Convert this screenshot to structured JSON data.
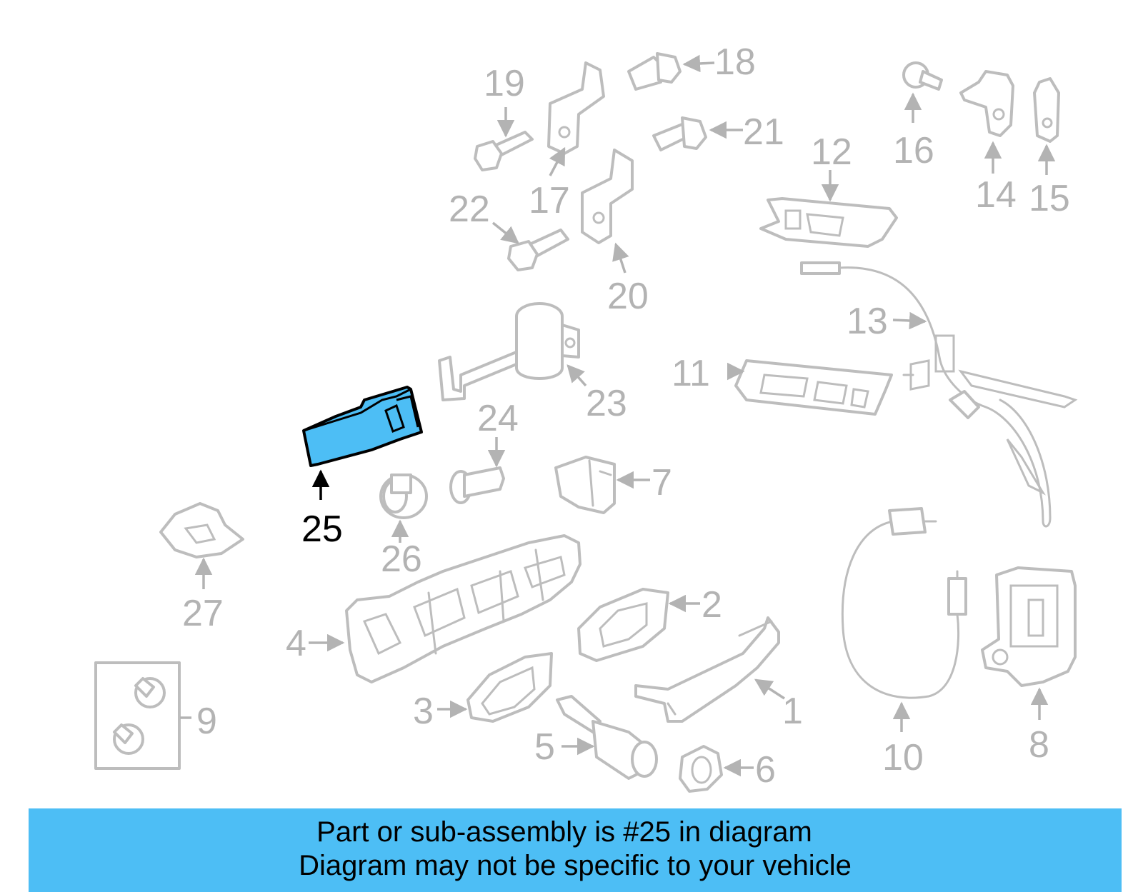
{
  "diagram": {
    "highlighted_part": "25",
    "highlight_color": "#4dbef5",
    "callout_labels": [
      "1",
      "2",
      "3",
      "4",
      "5",
      "6",
      "7",
      "8",
      "9",
      "10",
      "11",
      "12",
      "13",
      "14",
      "15",
      "16",
      "17",
      "18",
      "19",
      "20",
      "21",
      "22",
      "23",
      "24",
      "25",
      "26",
      "27"
    ]
  },
  "banner": {
    "line1": "Part or sub-assembly is #25 in diagram",
    "line2": "Diagram may not be specific to your vehicle",
    "color": "#4dbef5"
  }
}
